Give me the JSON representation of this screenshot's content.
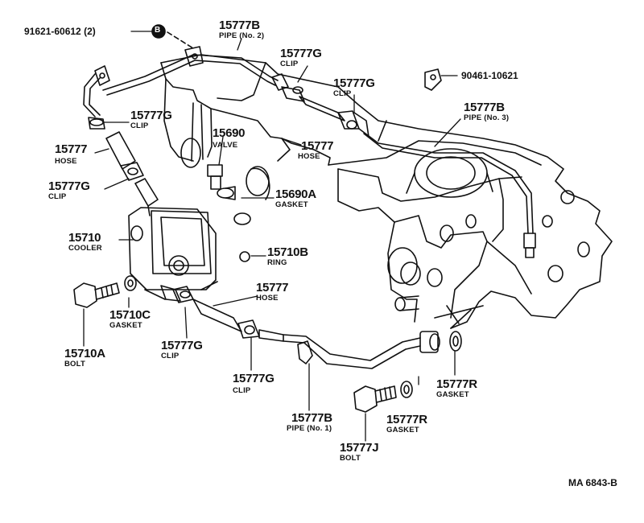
{
  "labels": {
    "ref_9162160612": "91621-60612 (2)",
    "circle_b": "B",
    "pipe2_pn": "15777B",
    "pipe2_nm": "PIPE (No. 2)",
    "clip_a_pn": "15777G",
    "clip_a_nm": "CLIP",
    "clip_b_pn": "15777G",
    "clip_b_nm": "CLIP",
    "ref_9046110621": "90461-10621",
    "pipe3_pn": "15777B",
    "pipe3_nm": "PIPE (No. 3)",
    "clip_c_pn": "15777G",
    "clip_c_nm": "CLIP",
    "valve_pn": "15690",
    "valve_nm": "VALVE",
    "hose_a_pn": "15777",
    "hose_a_nm": "HOSE",
    "hose_b_pn": "15777",
    "hose_b_nm": "HOSE",
    "clip_d_pn": "15777G",
    "clip_d_nm": "CLIP",
    "gasket_valve_pn": "15690A",
    "gasket_valve_nm": "GASKET",
    "cooler_pn": "15710",
    "cooler_nm": "COOLER",
    "ring_pn": "15710B",
    "ring_nm": "RING",
    "hose_c_pn": "15777",
    "hose_c_nm": "HOSE",
    "gasket_c_pn": "15710C",
    "gasket_c_nm": "GASKET",
    "bolt_a_pn": "15710A",
    "bolt_a_nm": "BOLT",
    "clip_e_pn": "15777G",
    "clip_e_nm": "CLIP",
    "clip_f_pn": "15777G",
    "clip_f_nm": "CLIP",
    "gasket_r1_pn": "15777R",
    "gasket_r1_nm": "GASKET",
    "pipe1_pn": "15777B",
    "pipe1_nm": "PIPE (No. 1)",
    "gasket_r2_pn": "15777R",
    "gasket_r2_nm": "GASKET",
    "bolt_j_pn": "15777J",
    "bolt_j_nm": "BOLT",
    "figure_ref": "MA  6843-B"
  }
}
